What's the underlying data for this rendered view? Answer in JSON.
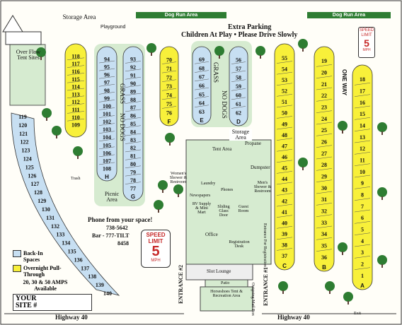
{
  "title": {
    "line1": "Extra Parking",
    "line2": "Children At Play • Please Drive Slowly"
  },
  "labels": {
    "storage_top": "Storage Area",
    "playground": "Playground",
    "dog_run_1": "Dog Run Area",
    "dog_run_2": "Dog Run Area",
    "overflow": "Over Flow Tent Sites",
    "grass1": "GRASS",
    "nodogs1": "NO DOGS",
    "grass2": "GRASS",
    "nodogs2": "NO DOGS",
    "one_way": "ONE WAY",
    "storage_mid": "Storage Area",
    "propane": "Propane",
    "tent_area": "Tent Area",
    "dumpster": "Dumpster",
    "womens": "Women's Shower & Restroom",
    "laundry": "Laundry",
    "mens": "Men's Shower & Restroom",
    "phones": "Phones",
    "newspapers": "Newspapers",
    "trash": "Trash",
    "picnic": "Picnic Area",
    "rv_supply": "RV Supply & Mini Mart",
    "sliding": "Sliding Glass Door",
    "guest": "Guest Room",
    "office": "Office",
    "reg_desk": "Registration Desk",
    "slot": "Slot Lounge",
    "patio": "Patio",
    "homeshoes": "Horseshoes Tent & Recreation Area",
    "outgoing": "Outgoing Mail Box",
    "entrance_reg": "Entrance For Registration",
    "entrance2": "ENTRANCE #2",
    "entrance1": "ENTRANCE #1",
    "hwy1": "Highway 40",
    "hwy2": "Highway 40",
    "exit": "Exit",
    "phone_line1": "Phone from your space!",
    "phone_line2": "738-5642",
    "phone_line3": "Bar - 777-TILT",
    "phone_line4": "8458",
    "legend_backin": "Back-In Spaces",
    "legend_overnight": "Overnight Pull-Through",
    "amps": "20, 30 & 50 AMPS Available",
    "your_site": "YOUR SITE #"
  },
  "speed_signs": [
    {
      "l1": "SPEED",
      "l2": "LIMIT",
      "num": "5",
      "unit": "MPH"
    },
    {
      "l1": "SPEED",
      "l2": "LIMIT",
      "num": "5",
      "unit": "MPH"
    }
  ],
  "column_letters": [
    "H",
    "G",
    "F",
    "E",
    "D",
    "C",
    "B",
    "A"
  ],
  "sites": {
    "col_yellow_left": [
      "118",
      "117",
      "116",
      "115",
      "114",
      "113",
      "112",
      "111",
      "110",
      "109"
    ],
    "col_h": [
      "94",
      "95",
      "96",
      "97",
      "98",
      "99",
      "100",
      "101",
      "102",
      "103",
      "104",
      "105",
      "106",
      "107",
      "108"
    ],
    "col_g": [
      "93",
      "92",
      "91",
      "90",
      "89",
      "88",
      "87",
      "86",
      "85",
      "84",
      "83",
      "82",
      "81",
      "80",
      "79",
      "78",
      "77"
    ],
    "col_f": [
      "70",
      "71",
      "72",
      "73",
      "74",
      "75",
      "76"
    ],
    "col_e": [
      "69",
      "68",
      "67",
      "66",
      "65",
      "64",
      "63"
    ],
    "col_d": [
      "56",
      "57",
      "58",
      "59",
      "60",
      "61",
      "62"
    ],
    "col_c": [
      "55",
      "54",
      "53",
      "52",
      "51",
      "50",
      "49",
      "48",
      "47",
      "46",
      "45",
      "44",
      "43",
      "42",
      "41",
      "40",
      "39",
      "38",
      "37"
    ],
    "col_b": [
      "19",
      "20",
      "21",
      "22",
      "23",
      "24",
      "25",
      "26",
      "27",
      "28",
      "29",
      "30",
      "31",
      "32",
      "33",
      "34",
      "35",
      "36"
    ],
    "col_a": [
      "18",
      "17",
      "16",
      "15",
      "14",
      "13",
      "12",
      "11",
      "10",
      "9",
      "8",
      "7",
      "6",
      "5",
      "4",
      "3",
      "2",
      "1"
    ],
    "col_curve": [
      "119",
      "120",
      "121",
      "122",
      "123",
      "124",
      "125",
      "126",
      "127",
      "128",
      "129",
      "130",
      "131",
      "132",
      "133",
      "134",
      "135",
      "136",
      "137",
      "138",
      "139",
      "140"
    ]
  },
  "colors": {
    "blue": "#c7dff2",
    "yellow": "#f8f03a",
    "green": "#d6ebd0",
    "road": "#ffffff",
    "tree": "#2e7d32"
  }
}
